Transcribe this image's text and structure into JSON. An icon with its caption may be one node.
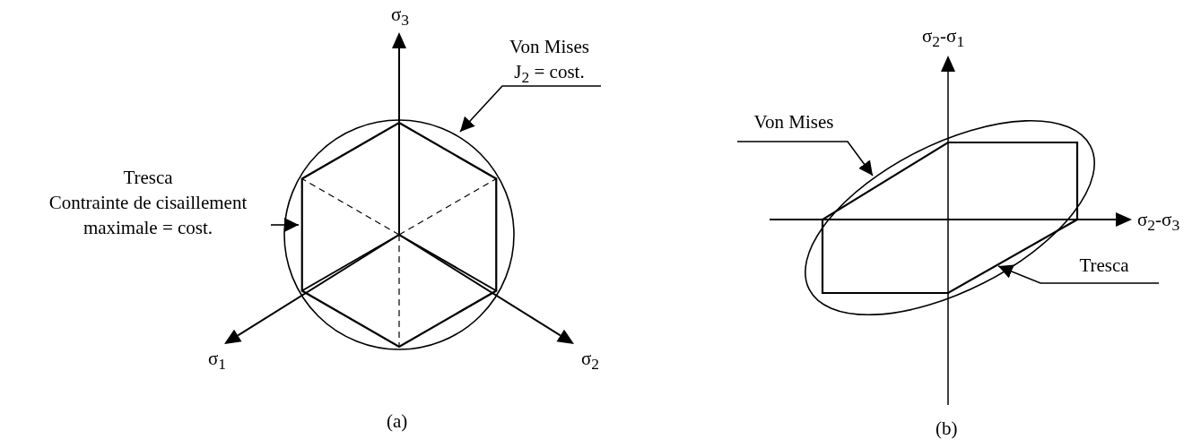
{
  "diagram": {
    "nodes": [
      {
        "text": [
          "Von Mises",
          "J$_{2}$ = cost."
        ]
      },
      {
        "text": [],
        "shape": "circle"
      },
      {
        "text": [
          "Tresca",
          "Contrainte de cisaillement maximale = cost."
        ]
      },
      {
        "text": [],
        "shape": "hexagon",
        "in": 1
      },
      {
        "text": [
          "Von Mises"
        ]
      },
      {
        "text": [],
        "shape": "ellipse"
      },
      {
        "text": [
          "Tresca"
        ]
      },
      {
        "text": [],
        "shape": "hexagon",
        "in": 5
      }
    ],
    "edges": [
      {
        "from": 0,
        "to": 1,
        "arrow": "to"
      },
      {
        "from": 2,
        "to": 3,
        "arrow": "to"
      },
      {
        "from": 4,
        "to": 5,
        "arrow": "to"
      },
      {
        "from": 6,
        "to": 7,
        "arrow": "to"
      }
    ],
    "labels": [
      "σ$_{3}$",
      "σ$_{1}$",
      "σ$_{2}$",
      "(a)",
      "σ$_{2}$-σ$_{1}$",
      "σ$_{2}$-σ$_{3}$",
      "(b)"
    ]
  }
}
